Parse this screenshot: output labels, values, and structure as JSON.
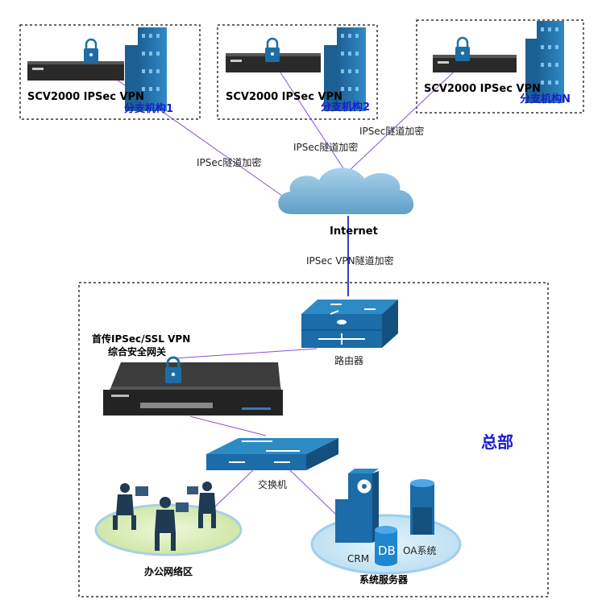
{
  "branches": [
    {
      "device": "SCV2000 IPSec VPN",
      "name": "分支机构1",
      "tunnel": "IPSec隧道加密"
    },
    {
      "device": "SCV2000 IPSec VPN",
      "name": "分支机构2",
      "tunnel": "IPSec隧道加密"
    },
    {
      "device": "SCV2000 IPSec VPN",
      "name": "分支机构N",
      "tunnel": "IPSec隧道加密"
    }
  ],
  "internet": {
    "label": "Internet",
    "link": "IPSec VPN隧道加密"
  },
  "hq": {
    "title": "总部",
    "router": "路由器",
    "gateway_line1": "首传IPSec/SSL VPN",
    "gateway_line2": "综合安全网关",
    "switch": "交换机",
    "office": "办公网络区",
    "servers": "系统服务器",
    "crm": "CRM",
    "db": "DB",
    "oa": "OA系统"
  },
  "colors": {
    "link": "#8a4fd6",
    "uplink": "#3c3cc8",
    "device_blue": "#1d6ea6",
    "branch_text": "#1a1ad0"
  },
  "icons": [
    "lock-icon",
    "building-icon",
    "cloud-icon",
    "router-icon",
    "switch-icon",
    "server-icon",
    "person-icon"
  ]
}
